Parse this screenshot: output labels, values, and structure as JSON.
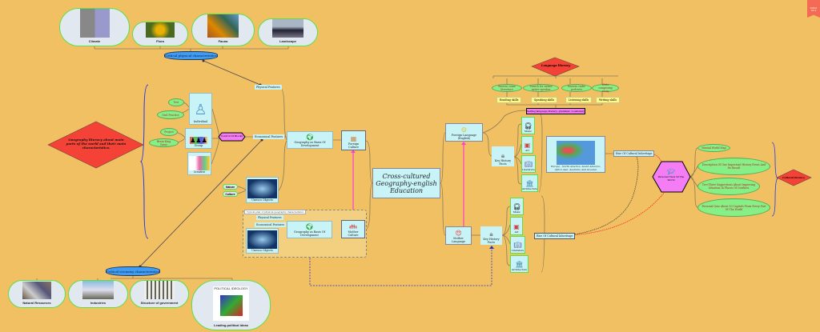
{
  "physical": {
    "title": "Critical physical characteristics",
    "items": [
      {
        "label": "Climate"
      },
      {
        "label": "Flora"
      },
      {
        "label": "Fauna"
      },
      {
        "label": "Landscape"
      }
    ]
  },
  "economy": {
    "title": "Critical economy  characteristics",
    "items": [
      {
        "label": "Natural Resources"
      },
      {
        "label": "Industries"
      },
      {
        "label": "Structure of government"
      },
      {
        "label": "Leading political ideas"
      }
    ],
    "chart_title": "POLITICAL IDEOLOGY"
  },
  "geo_literacy": "Geography literacy about main parts of the world and their main characteristics.",
  "left_branch": {
    "test": "Test",
    "oral": "Oral Practice",
    "individual": "Individual",
    "project": "Project",
    "brain": "Brain King Game",
    "group": "Group",
    "creative": "Creative",
    "control": "Control Of Blocks",
    "physical_features": "Physical Features",
    "economical_features": "Economical Features",
    "geo_basis": "Geography as Basis Of Development",
    "foreign_culture": "Foreign Culture",
    "nature": "Nature",
    "culture": "Culture",
    "unesco": "Unesco Objects"
  },
  "group_panel": {
    "title": "Typical plan of physical geography characteristics",
    "physical_features": "Physical Features",
    "economical_features": "Economical Features",
    "unesco": "Unesco Objects",
    "geo_basis": "Geography as Basis Of Development",
    "mother_culture": "Mother Culture"
  },
  "central": "Cross-cultured Geography-english Education",
  "language": {
    "foreign": "Foreign Language (English)",
    "mother": "Mother Language",
    "key_facts": "Key History Facts",
    "arts": [
      {
        "label": "Music"
      },
      {
        "label": "Art"
      },
      {
        "label": "Literature"
      },
      {
        "label": "Architecture"
      }
    ],
    "map_caption": "Europe , North America, South America, Africa Asia, Australia And Oceania",
    "rise": "Rise Of Cultural Inheritage"
  },
  "language_literacy": {
    "title": "Language literacy",
    "activities": [
      "Browse some literature",
      "Search for online native speaker",
      "Browse radio podcasts",
      "Write composing essay"
    ],
    "skills": [
      "Reading skills",
      "Speaking skills",
      "Listening skills",
      "Writing skills"
    ],
    "selling": "Selling language literacy, grammar, vocabulary"
  },
  "personal_view": {
    "title": "Personal View Of The World",
    "items": [
      "Mental World Map",
      "Description Of One Important History Event And Its Result",
      "Two-Three Suggestions About Improving Situation In Places Of Conflicts",
      "Personal Quiz About 10 Capitals From Every Part Of The World"
    ],
    "cultural": "Cultural literacy"
  },
  "badge": "XMind 2014",
  "colors": {
    "background": "#f0c062",
    "node": "#c8f4f8",
    "ellipse": "#86ef86",
    "diamond": "#f44336",
    "hexagon": "#f47cf4",
    "blue": "#3f9cf5"
  }
}
